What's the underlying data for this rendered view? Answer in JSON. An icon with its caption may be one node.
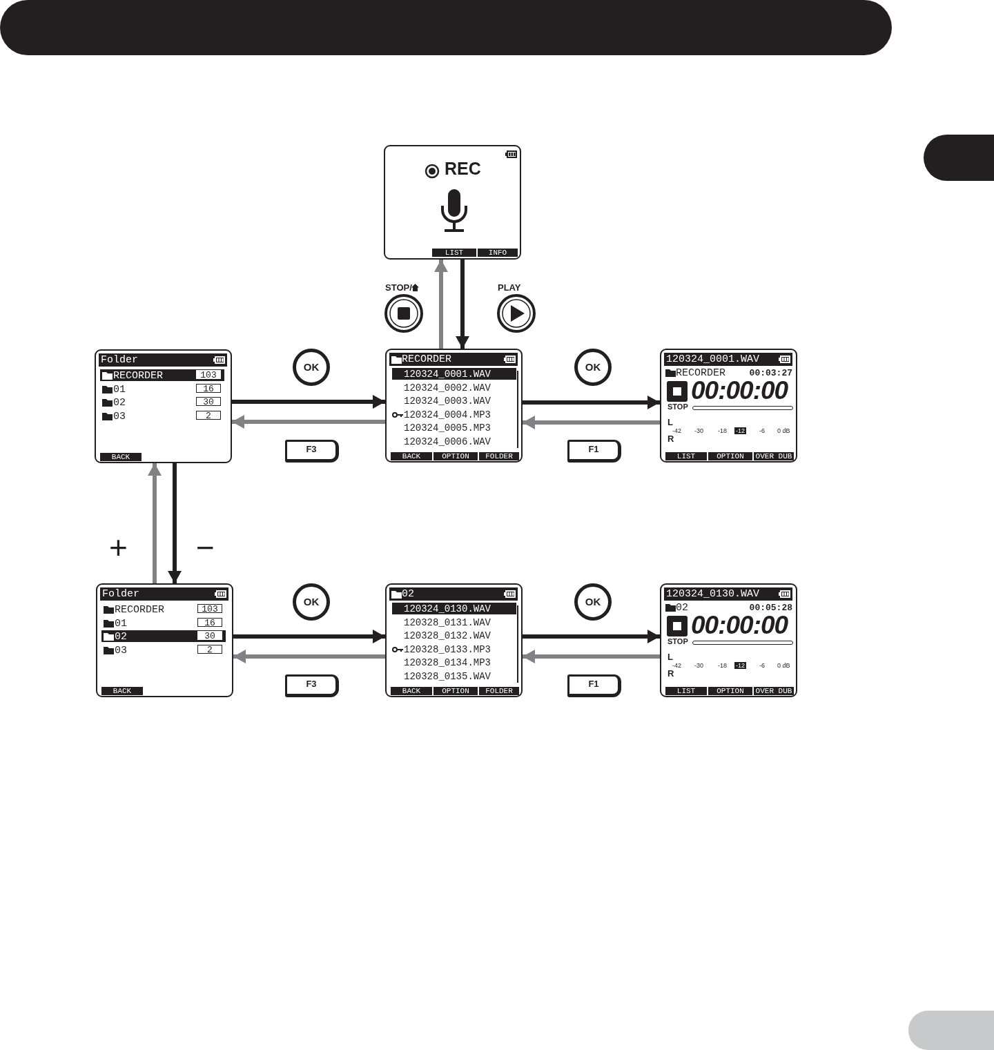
{
  "diagram": {
    "nodes": [
      {
        "text": [
          "REC",
          "LIST",
          "INFO"
        ]
      },
      {
        "text": [
          "Folder",
          "RECORDER",
          "103",
          "01",
          "16",
          "02",
          "30",
          "03",
          "2",
          "BACK"
        ]
      },
      {
        "text": [
          "RECORDER",
          "120324_0001.WAV",
          "120324_0002.WAV",
          "120324_0003.WAV",
          "120324_0004.MP3",
          "120324_0005.MP3",
          "120324_0006.WAV",
          "BACK",
          "OPTION",
          "FOLDER"
        ]
      },
      {
        "text": [
          "120324_0001.WAV",
          "RECORDER",
          "00:03:27",
          "00:00:00",
          "STOP",
          "L",
          "-42",
          "-30",
          "-18",
          "-12",
          "-6",
          "0 dB",
          "R",
          "LIST",
          "OPTION",
          "OVER DUB"
        ]
      },
      {
        "text": [
          "Folder",
          "RECORDER",
          "103",
          "01",
          "16",
          "02",
          "30",
          "03",
          "2",
          "BACK"
        ]
      },
      {
        "text": [
          "02",
          "120324_0130.WAV",
          "120328_0131.WAV",
          "120328_0132.WAV",
          "120328_0133.MP3",
          "120328_0134.MP3",
          "120328_0135.WAV",
          "BACK",
          "OPTION",
          "FOLDER"
        ]
      },
      {
        "text": [
          "120324_0130.WAV",
          "02",
          "00:05:28",
          "00:00:00",
          "STOP",
          "L",
          "-42",
          "-30",
          "-18",
          "-12",
          "-6",
          "0 dB",
          "R",
          "LIST",
          "OPTION",
          "OVER DUB"
        ]
      },
      {
        "text": [],
        "shape": "tab"
      }
    ],
    "edges": [
      {
        "from": 2,
        "to": 0,
        "arrow": "to",
        "label": "STOP/",
        "color": "#808285"
      },
      {
        "from": 0,
        "to": 2,
        "arrow": "to",
        "label": "PLAY",
        "color": "#231f20"
      },
      {
        "from": 1,
        "to": 2,
        "arrow": "to",
        "label": "OK",
        "color": "#231f20"
      },
      {
        "from": 2,
        "to": 1,
        "arrow": "to",
        "label": "F3",
        "color": "#808285"
      },
      {
        "from": 2,
        "to": 3,
        "arrow": "to",
        "label": "OK",
        "color": "#231f20"
      },
      {
        "from": 3,
        "to": 2,
        "arrow": "to",
        "label": "F1",
        "color": "#808285"
      },
      {
        "from": 4,
        "to": 1,
        "arrow": "to",
        "label": "+",
        "color": "#808285"
      },
      {
        "from": 1,
        "to": 4,
        "arrow": "to",
        "label": "−",
        "color": "#231f20"
      },
      {
        "from": 4,
        "to": 5,
        "arrow": "to",
        "label": "OK",
        "color": "#231f20"
      },
      {
        "from": 5,
        "to": 4,
        "arrow": "to",
        "label": "F3",
        "color": "#808285"
      },
      {
        "from": 5,
        "to": 6,
        "arrow": "to",
        "label": "OK",
        "color": "#231f20"
      },
      {
        "from": 6,
        "to": 5,
        "arrow": "to",
        "label": "F1",
        "color": "#808285"
      }
    ]
  }
}
